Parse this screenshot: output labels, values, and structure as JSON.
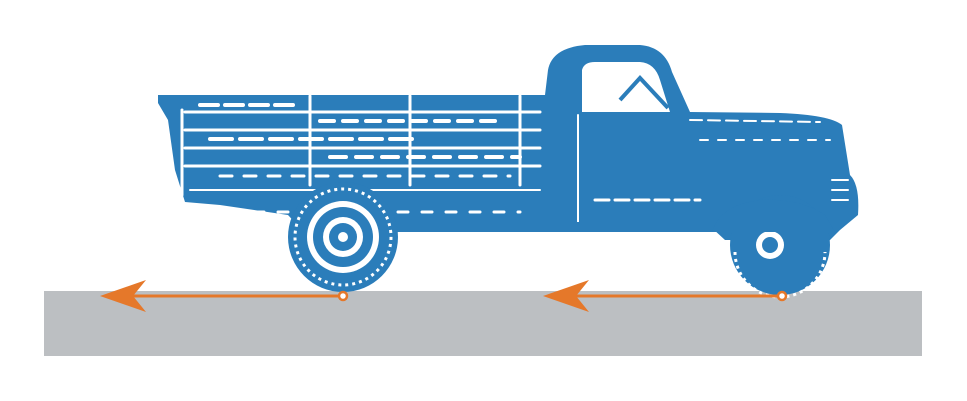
{
  "colors": {
    "background": "#ffffff",
    "truck": "#2b7dba",
    "truck_detail": "#ffffff",
    "ground": "#bcbfc2",
    "force_arrow": "#e5782a"
  },
  "objects": {
    "vehicle": "pickup-truck-icon",
    "ground": "road-surface",
    "forces": [
      {
        "name": "rear-wheel-friction-arrow",
        "direction": "left"
      },
      {
        "name": "front-wheel-friction-arrow",
        "direction": "left"
      }
    ]
  }
}
